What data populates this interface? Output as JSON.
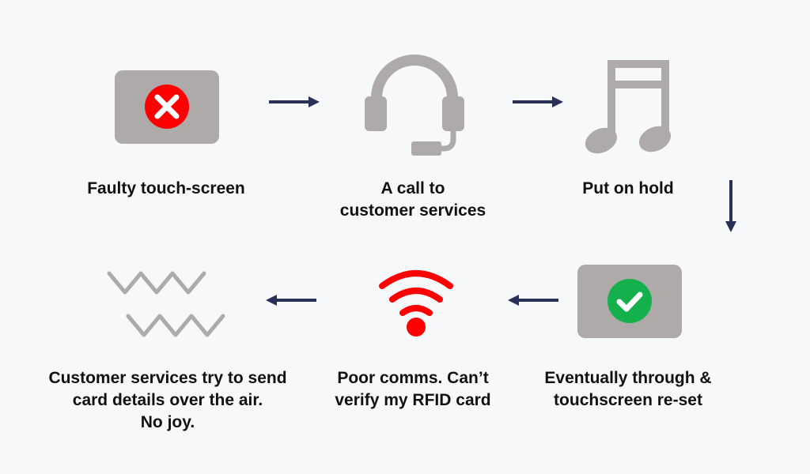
{
  "colors": {
    "background": "#f7f8fa",
    "icon_gray": "#aeaaaa",
    "error_red": "#ff0000",
    "success_green": "#14b04c",
    "signal_red": "#ff0000",
    "arrow_navy": "#283058",
    "text": "#111111"
  },
  "steps": [
    {
      "icon": "screen-error-icon",
      "lines": [
        "Faulty touch-screen"
      ]
    },
    {
      "icon": "headset-icon",
      "lines": [
        "A call to",
        "customer services"
      ]
    },
    {
      "icon": "music-note-icon",
      "lines": [
        "Put on hold"
      ]
    },
    {
      "icon": "screen-check-icon",
      "lines": [
        "Eventually through &",
        "touchscreen re-set"
      ]
    },
    {
      "icon": "wifi-signal-icon",
      "lines": [
        "Poor comms. Can’t",
        "verify my RFID card"
      ]
    },
    {
      "icon": "zigzag-waves-icon",
      "lines": [
        "Customer services try to send",
        "card details over the air.",
        "No joy."
      ]
    }
  ],
  "arrows": [
    "right",
    "right",
    "down",
    "left",
    "left"
  ]
}
